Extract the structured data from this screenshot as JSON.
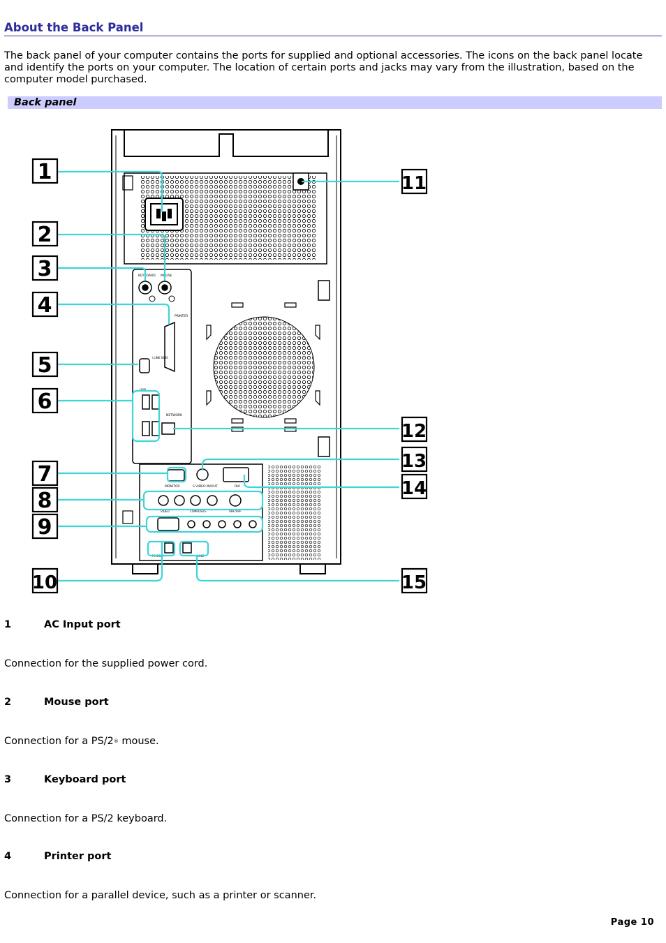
{
  "header": {
    "title": "About the Back Panel"
  },
  "intro": "The back panel of your computer contains the ports for supplied and optional accessories. The icons on the back panel locate and identify the ports on your computer. The location of certain ports and jacks may vary from the illustration, based on the computer model purchased.",
  "section_bar": {
    "label": "Back panel"
  },
  "figure": {
    "callouts": [
      "1",
      "2",
      "3",
      "4",
      "5",
      "6",
      "7",
      "8",
      "9",
      "10",
      "11",
      "12",
      "13",
      "14",
      "15"
    ],
    "port_labels": {
      "keyboard": "KEYBOARD",
      "mouse": "MOUSE",
      "printer": "PRINTER",
      "ilink": "i.LINK S400",
      "usb": "USB",
      "network": "NETWORK",
      "monitor": "MONITOR",
      "svideo": "S VIDEO IN/OUT",
      "dvi": "DVI",
      "video_in": "VIDEO",
      "composite": "COMPOSITE",
      "uhf": "UHF/VHF",
      "phone": "PHONE",
      "line": "LINE"
    },
    "colors": {
      "callout_line": "#3fd4d8",
      "outline": "#000000"
    }
  },
  "items": [
    {
      "num": "1",
      "name": "AC Input port",
      "desc": "Connection for the supplied power cord."
    },
    {
      "num": "2",
      "name": "Mouse port",
      "desc_pre": "Connection for a PS/2",
      "desc_reg": "®",
      "desc_post": " mouse."
    },
    {
      "num": "3",
      "name": "Keyboard port",
      "desc": "Connection for a PS/2 keyboard."
    },
    {
      "num": "4",
      "name": "Printer port",
      "desc": "Connection for a parallel device, such as a printer or scanner."
    }
  ],
  "footer": {
    "page": "Page 10"
  }
}
